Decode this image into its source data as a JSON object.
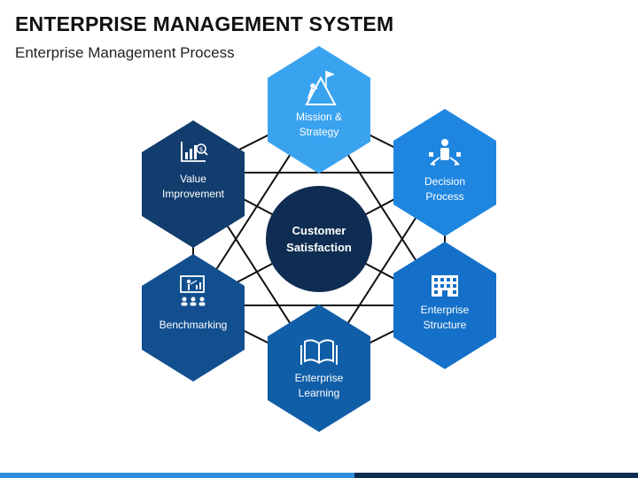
{
  "header": {
    "title": "ENTERPRISE MANAGEMENT SYSTEM",
    "subtitle": "Enterprise Management Process"
  },
  "center": {
    "line1": "Customer",
    "line2": "Satisfaction",
    "color": "#0f2d52"
  },
  "nodes": [
    {
      "id": "mission",
      "lines": [
        "Mission &",
        "Strategy"
      ],
      "color": "#3aa3f0",
      "icon": "flag-summit-icon"
    },
    {
      "id": "decision",
      "lines": [
        "Decision",
        "Process"
      ],
      "color": "#1f86e0",
      "icon": "person-arrows-icon"
    },
    {
      "id": "structure",
      "lines": [
        "Enterprise",
        "Structure"
      ],
      "color": "#1470c8",
      "icon": "building-icon"
    },
    {
      "id": "learning",
      "lines": [
        "Enterprise",
        "Learning"
      ],
      "color": "#115ea8",
      "icon": "open-book-icon"
    },
    {
      "id": "benchmarking",
      "lines": [
        "Benchmarking"
      ],
      "color": "#124f8f",
      "icon": "presenter-audience-icon"
    },
    {
      "id": "value",
      "lines": [
        "Value",
        "Improvement"
      ],
      "color": "#123d6e",
      "icon": "chart-dollar-icon"
    }
  ],
  "colors": {
    "lines": "#111111",
    "footer_light": "#2e8fe0",
    "footer_dark": "#0f2d52"
  }
}
